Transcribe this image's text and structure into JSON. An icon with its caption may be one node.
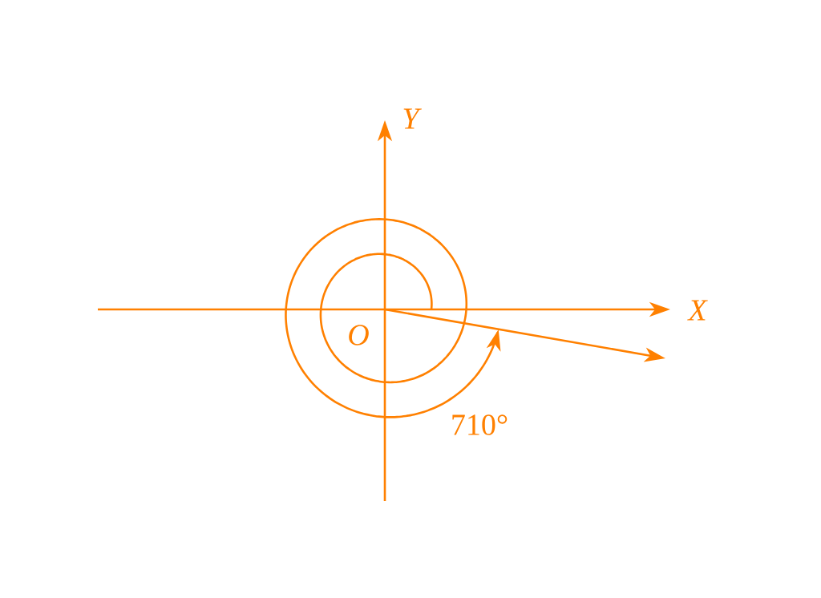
{
  "diagram": {
    "labels": [
      "Y",
      "X",
      "O",
      "710°"
    ]
  }
}
